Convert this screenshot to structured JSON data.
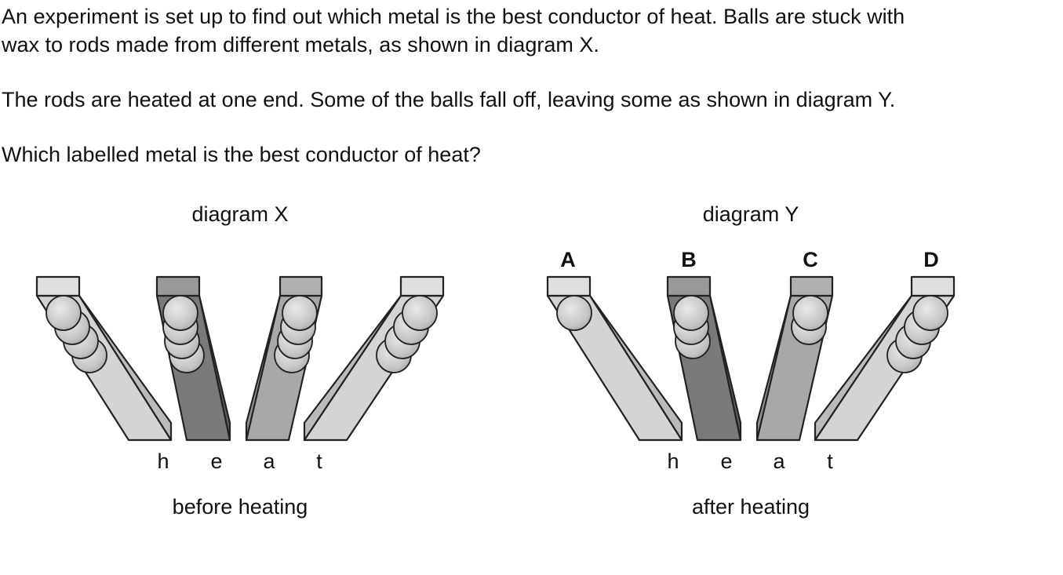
{
  "question": {
    "line1": "An experiment is set up to find out which metal is the best conductor of heat. Balls are stuck with",
    "line2": "wax to rods made from different metals, as shown in diagram X.",
    "line3": "The rods are heated at one end. Some of the balls fall off, leaving some as shown in diagram Y.",
    "line4": "Which labelled metal is the best conductor of heat?"
  },
  "diagram_x": {
    "title": "diagram X",
    "heat_letters": [
      "h",
      "e",
      "a",
      "t"
    ],
    "caption": "before heating",
    "balls_per_rod": [
      4,
      4,
      4,
      4
    ]
  },
  "diagram_y": {
    "title": "diagram Y",
    "rod_labels": [
      "A",
      "B",
      "C",
      "D"
    ],
    "heat_letters": [
      "h",
      "e",
      "a",
      "t"
    ],
    "caption": "after heating",
    "balls_per_rod": [
      1,
      3,
      2,
      4
    ]
  },
  "colors": {
    "light_rod": "#d4d4d4",
    "dark_rod": "#7a7a7a",
    "mid_rod": "#a8a8a8",
    "ball": "#cfcfcf",
    "outline": "#222222"
  }
}
